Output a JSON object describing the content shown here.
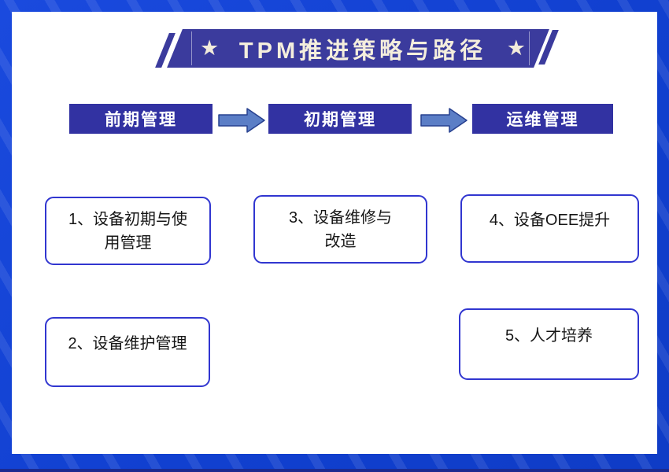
{
  "banner": {
    "title": "TPM推进策略与路径",
    "star": "★",
    "bg_color": "#3b3b9d",
    "text_color": "#f4eedd"
  },
  "flow_stages": [
    {
      "label": "前期管理"
    },
    {
      "label": "初期管理"
    },
    {
      "label": "运维管理"
    }
  ],
  "flow_arrow": {
    "fill": "#5b7ec6",
    "border": "#27408f"
  },
  "items": [
    {
      "lines": [
        "1、设备初期与使",
        "用管理"
      ]
    },
    {
      "lines": [
        "2、设备维护管理"
      ]
    },
    {
      "lines": [
        "3、设备维修与",
        "改造"
      ]
    },
    {
      "lines": [
        "4、设备OEE提升"
      ]
    },
    {
      "lines": [
        "5、人才培养"
      ]
    }
  ],
  "colors": {
    "frame_blue": "#1440d2",
    "frame_bottom_strip": "#1b2a90",
    "stage_box_bg": "#3232a2",
    "item_border": "#3136d0",
    "canvas_bg": "#ffffff"
  }
}
